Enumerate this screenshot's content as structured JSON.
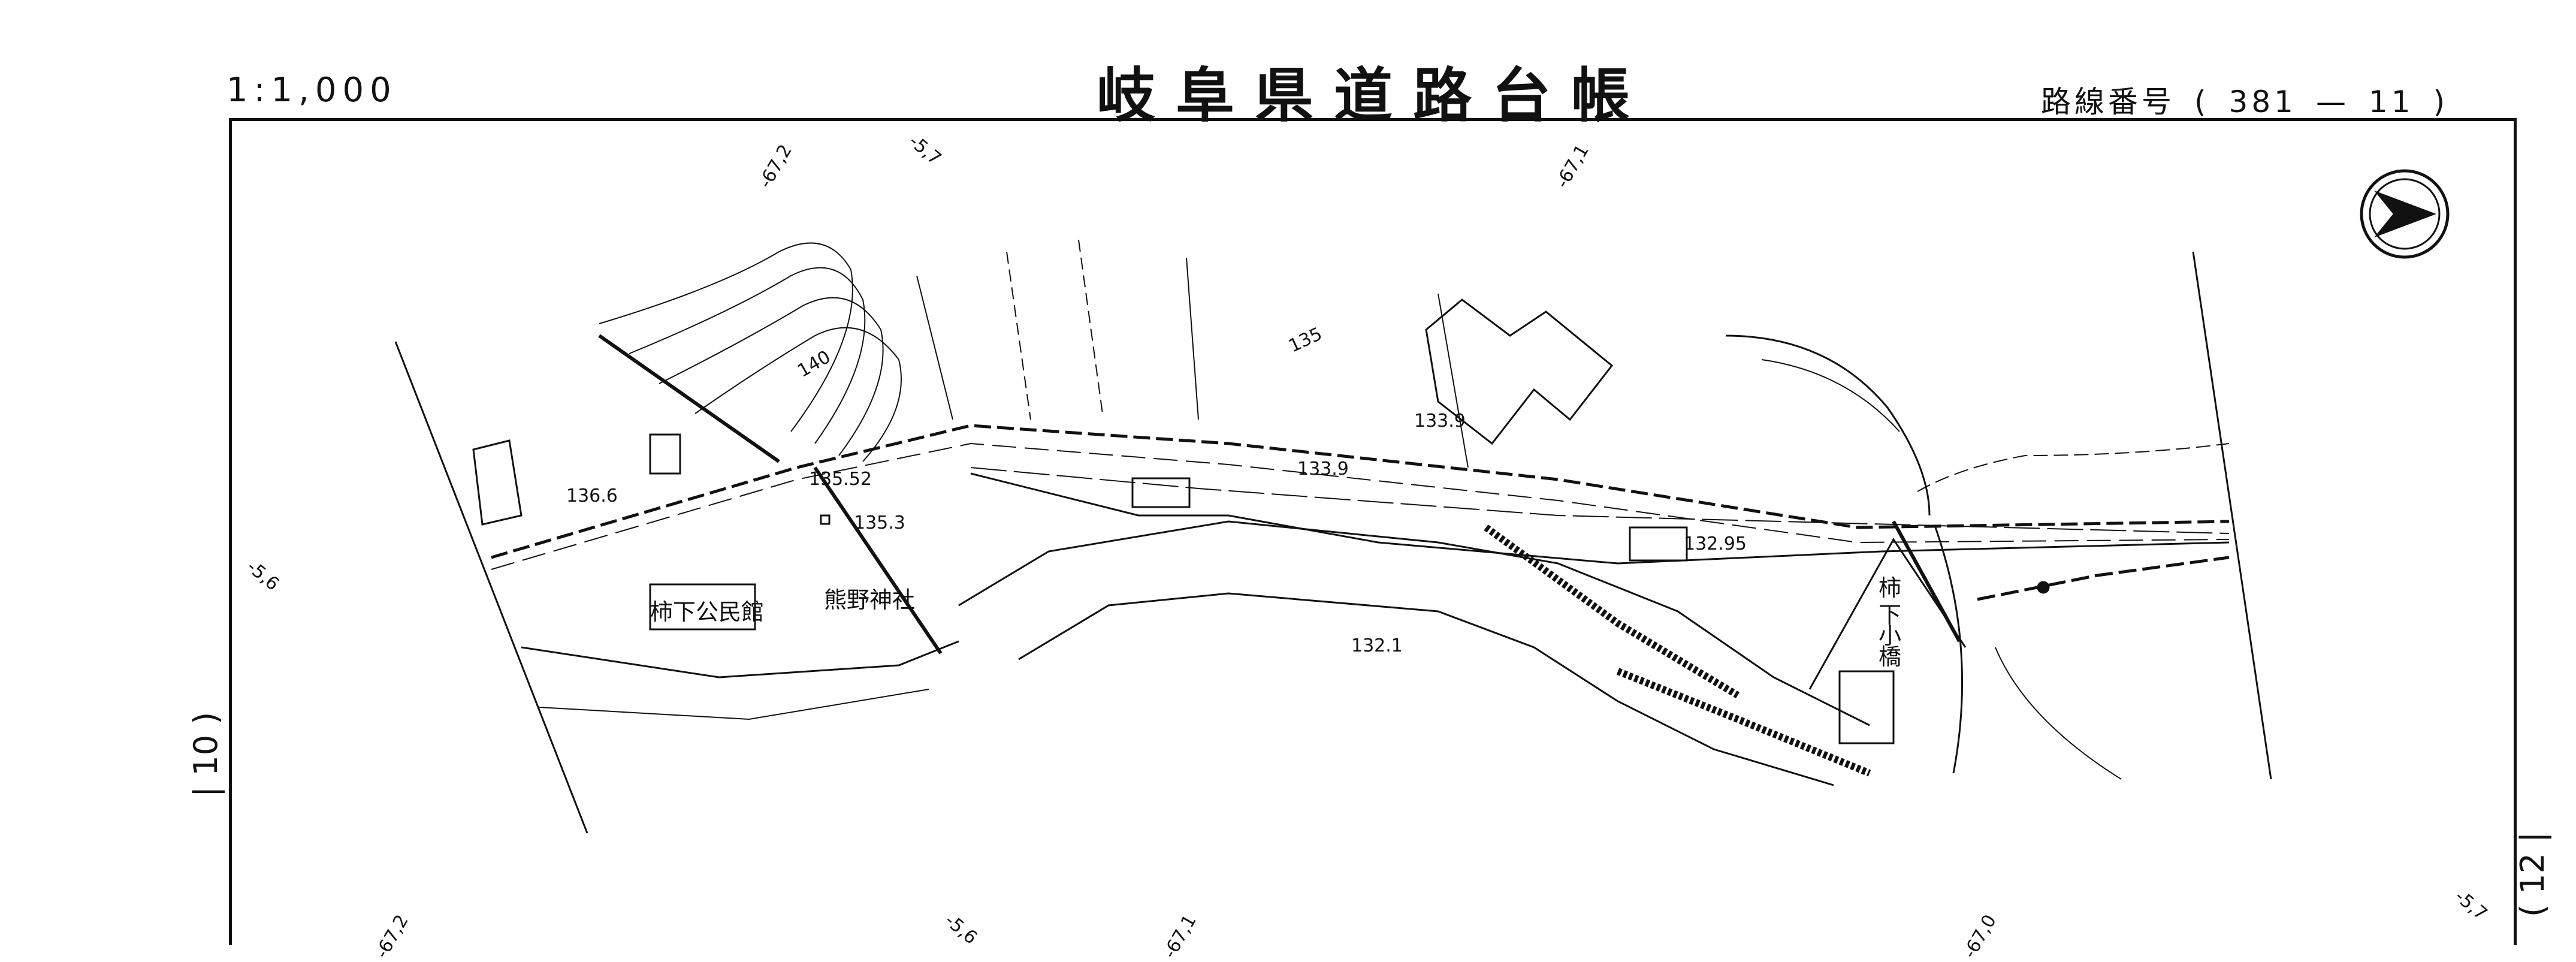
{
  "header": {
    "scale": "1:1,000",
    "title": "岐阜県道路台帳",
    "route_label": "路線番号",
    "route_open": "(",
    "route_number": "381",
    "route_dash": "—",
    "route_section": "11",
    "route_close": ")"
  },
  "sheet_refs": {
    "left": "|  10  )",
    "right": "(  12  |"
  },
  "coordinates": {
    "top": [
      "-67,2",
      "-5,7",
      "-67,1"
    ],
    "left": "-5,6",
    "bottom": [
      "-67,2",
      "-5,6",
      "-67,1",
      "-67,0",
      "-5,7"
    ]
  },
  "places": {
    "community_hall": "柿下公民館",
    "shrine": "熊野神社",
    "bridge_1": "柿",
    "bridge_2": "下",
    "bridge_3": "小",
    "bridge_4": "橋"
  },
  "elevations": [
    "136.6",
    "135.52",
    "135.3",
    "133.9",
    "133.9",
    "132.95",
    "132.1",
    "140",
    "135"
  ],
  "icons": {
    "north_arrow": "north-arrow-icon"
  }
}
